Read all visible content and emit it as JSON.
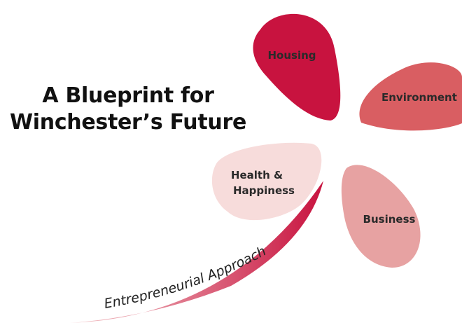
{
  "title": {
    "line1": "A Blueprint for",
    "line2": "Winchester’s Future"
  },
  "petals": {
    "housing": {
      "label": "Housing",
      "color": "#c8133f",
      "text_color": "#2a2a2a"
    },
    "environment": {
      "label": "Environment",
      "color": "#d95e62",
      "text_color": "#2a2a2a"
    },
    "health": {
      "label_line1": "Health &",
      "label_line2": "Happiness",
      "color": "#f7dcdb",
      "text_color": "#2a2a2a"
    },
    "business": {
      "label": "Business",
      "color": "#e7a2a2",
      "text_color": "#2a2a2a"
    }
  },
  "arc": {
    "label": "Entrepreneurial Approach",
    "color_start": "#f3c6c8",
    "color_end": "#c8133f"
  }
}
